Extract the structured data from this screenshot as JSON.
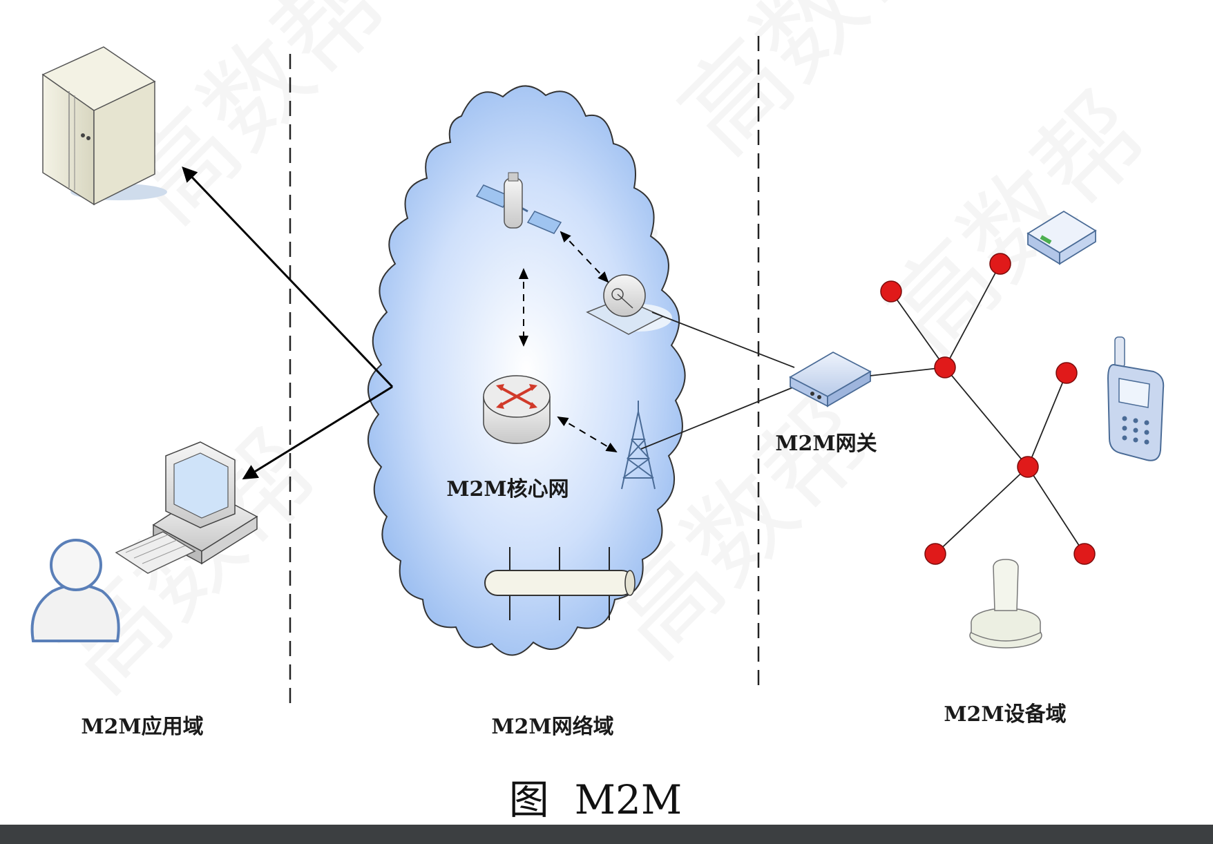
{
  "zones": [
    {
      "id": "app",
      "label": "M2M应用域"
    },
    {
      "id": "net",
      "label": "M2M网络域"
    },
    {
      "id": "dev",
      "label": "M2M设备域"
    }
  ],
  "nodes": {
    "core_network": "M2M核心网",
    "gateway": "M2M网关"
  },
  "caption": "图  M2M",
  "watermark": "高数帮",
  "colors": {
    "cloud_fill_center": "#ffffff",
    "cloud_fill_edge": "#8fb6ee",
    "device_node": "#e01a1a",
    "arrow": "#000000",
    "bottom_bar": "#3c3f41"
  }
}
